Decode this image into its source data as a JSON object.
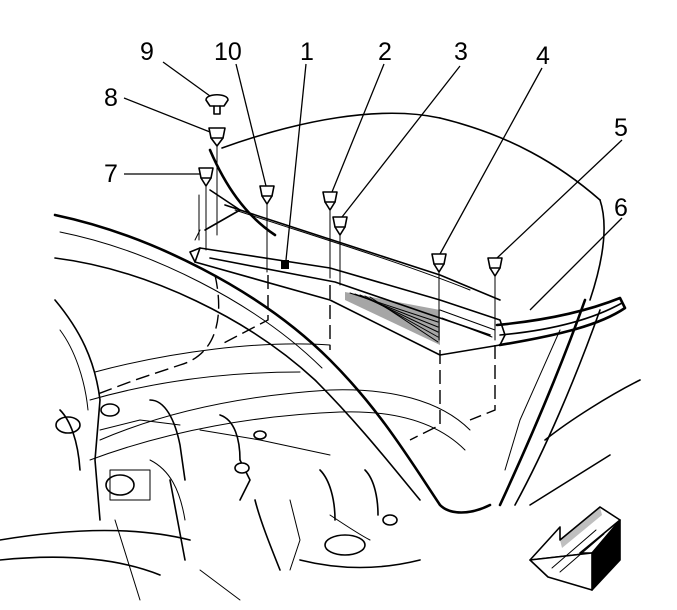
{
  "diagram": {
    "callouts": [
      {
        "label": "1"
      },
      {
        "label": "2"
      },
      {
        "label": "3"
      },
      {
        "label": "4"
      },
      {
        "label": "5"
      },
      {
        "label": "6"
      },
      {
        "label": "7"
      },
      {
        "label": "8"
      },
      {
        "label": "9"
      },
      {
        "label": "10"
      }
    ],
    "direction_icon": "forward-arrow-icon"
  }
}
